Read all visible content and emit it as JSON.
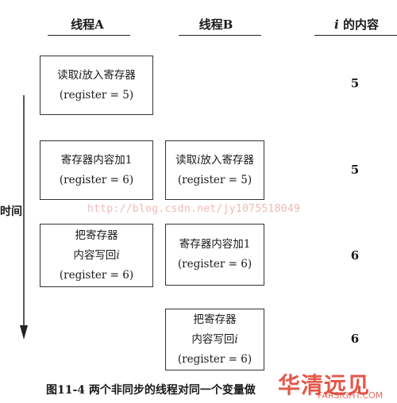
{
  "headers": {
    "thread_a": "线程A",
    "thread_b": "线程B",
    "value_col_var": "i",
    "value_col_rest": " 的内容"
  },
  "time_axis_label": "时间",
  "watermark_url": "http://blog.csdn.net/jy1075518049",
  "rows": [
    {
      "a": {
        "l1_pre": "读取",
        "l1_var": "i",
        "l1_post": "放入寄存器",
        "l2": "(register = 5)"
      },
      "value": "5"
    },
    {
      "a": {
        "l1_pre": "寄存器内容加1",
        "l2": "(register = 6)"
      },
      "b": {
        "l1_pre": "读取",
        "l1_var": "i",
        "l1_post": "放入寄存器",
        "l2": "(register = 5)"
      },
      "value": "5"
    },
    {
      "a": {
        "l1": "把寄存器",
        "l2_pre": "内容写回",
        "l2_var": "i",
        "l3": "(register = 6)"
      },
      "b": {
        "l1_pre": "寄存器内容加1",
        "l2": "(register = 6)"
      },
      "value": "6"
    },
    {
      "b": {
        "l1": "把寄存器",
        "l2_pre": "内容写回",
        "l2_var": "i",
        "l3": "(register = 6)"
      },
      "value": "6"
    }
  ],
  "caption": "图11-4  两个非同步的线程对同一个变量做",
  "logo_text": "华清远见",
  "logo_sub": "FARSIGHT.COM"
}
